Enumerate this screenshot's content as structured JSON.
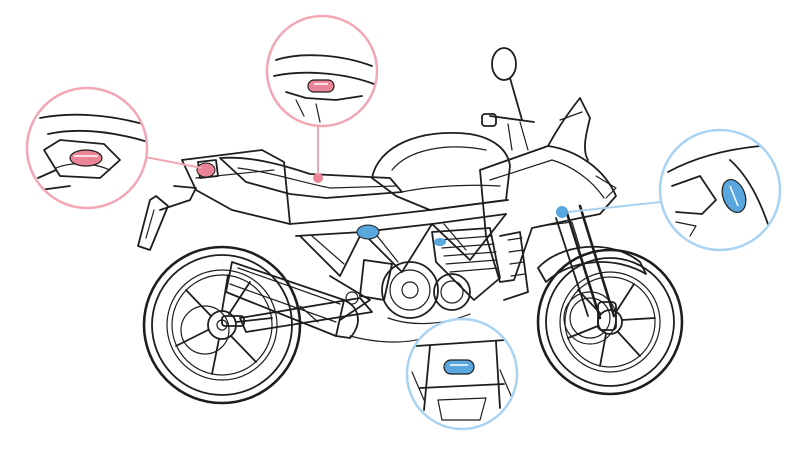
{
  "colors": {
    "background": "#ffffff",
    "ink": "#1e1e1e",
    "rear_marker": "#f2a7b4",
    "rear_marker_fill": "#ea8597",
    "front_marker": "#a9d3f2",
    "front_marker_fill": "#5aa7df"
  },
  "callouts": [
    {
      "name": "tail-light-callout",
      "group": "rear"
    },
    {
      "name": "seat-latch-callout",
      "group": "rear"
    },
    {
      "name": "fairing-callout",
      "group": "front"
    },
    {
      "name": "engine-bottom-callout",
      "group": "front"
    }
  ]
}
